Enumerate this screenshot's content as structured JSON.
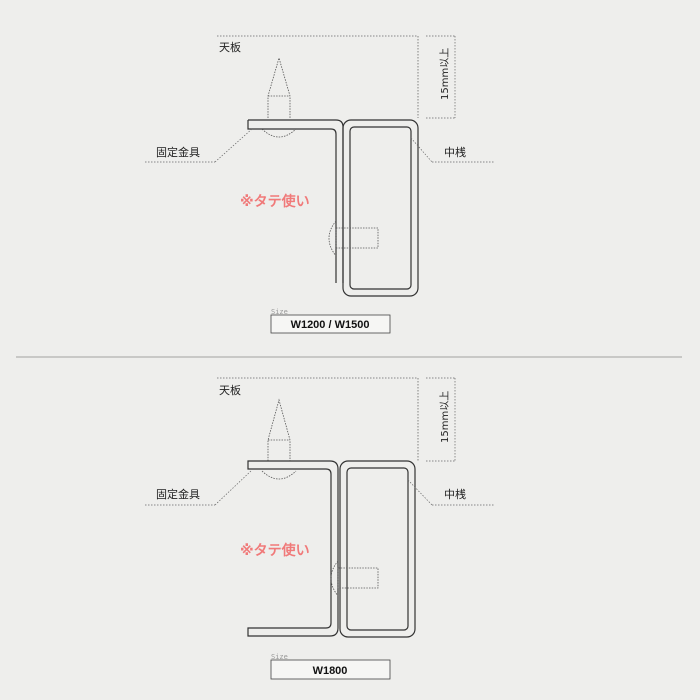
{
  "panels": [
    {
      "board_label": "天板",
      "thickness_label": "15mm以上",
      "bracket_label": "固定金具",
      "beam_label": "中桟",
      "warning": "※タテ使い",
      "size_caption": "Size",
      "size_value": "W1200 / W1500"
    },
    {
      "board_label": "天板",
      "thickness_label": "15mm以上",
      "bracket_label": "固定金具",
      "beam_label": "中桟",
      "warning": "※タテ使い",
      "size_caption": "Size",
      "size_value": "W1800"
    }
  ],
  "colors": {
    "background": "#eeeeec",
    "line": "#333333",
    "dotted": "#555555",
    "warning": "#f07a7a"
  }
}
